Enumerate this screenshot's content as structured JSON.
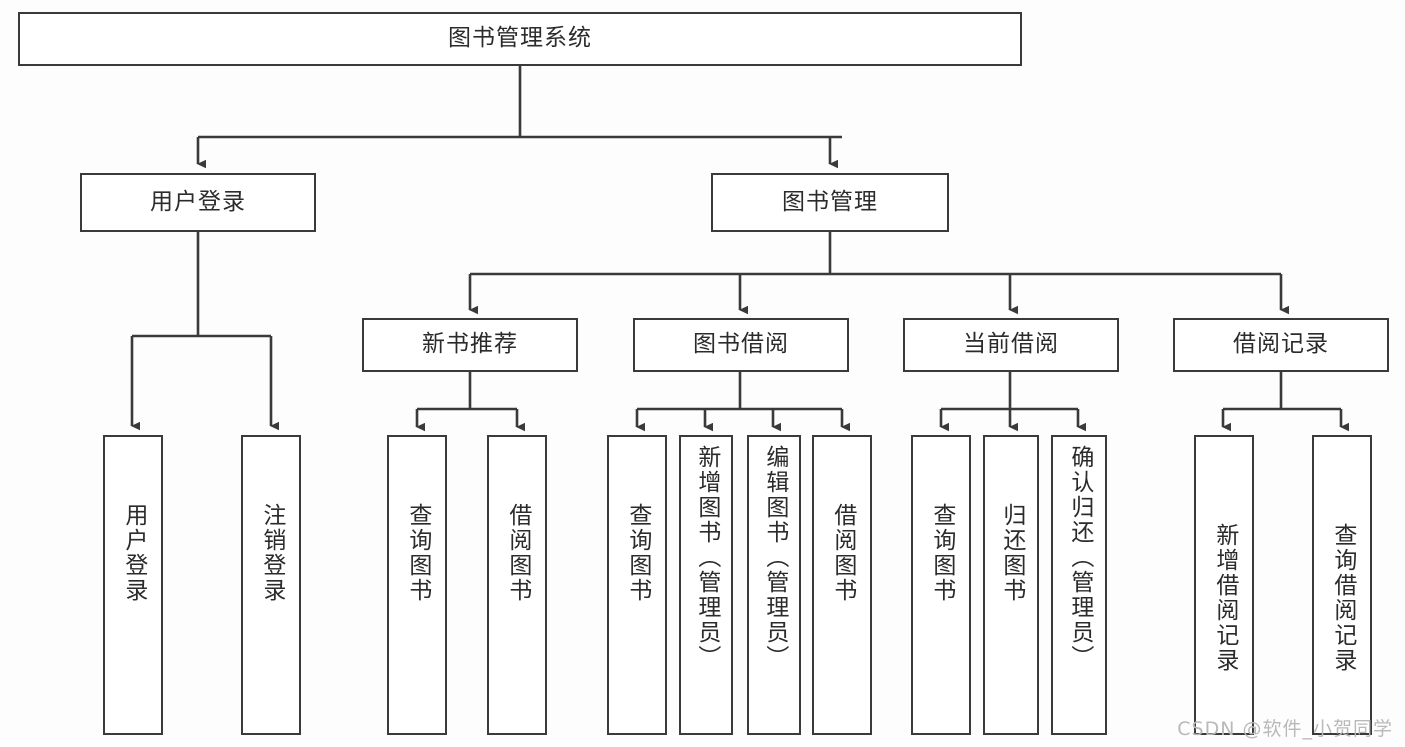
{
  "diagram": {
    "title": "图书管理系统",
    "watermark": "CSDN @软件_小贺同学",
    "stroke_color": "#3a3a3a",
    "fill_color": "#ffffff",
    "text_color": "#2b2b2b",
    "background_color": "#fdfdfd",
    "root": {
      "label": "图书管理系统"
    },
    "level2": [
      {
        "label": "用户登录"
      },
      {
        "label": "图书管理"
      }
    ],
    "level3": [
      {
        "label": "新书推荐"
      },
      {
        "label": "图书借阅"
      },
      {
        "label": "当前借阅"
      },
      {
        "label": "借阅记录"
      }
    ],
    "leaves": {
      "user_login": [
        {
          "label": "用户登录"
        },
        {
          "label": "注销登录"
        }
      ],
      "new_book": [
        {
          "label": "查询图书"
        },
        {
          "label": "借阅图书"
        }
      ],
      "book_borrow": [
        {
          "label": "查询图书"
        },
        {
          "label": "新增图书（管理员）"
        },
        {
          "label": "编辑图书（管理员）"
        },
        {
          "label": "借阅图书"
        }
      ],
      "current_borrow": [
        {
          "label": "查询图书"
        },
        {
          "label": "归还图书"
        },
        {
          "label": "确认归还（管理员）"
        }
      ],
      "borrow_record": [
        {
          "label": "新增借阅记录"
        },
        {
          "label": "查询借阅记录"
        }
      ]
    }
  }
}
